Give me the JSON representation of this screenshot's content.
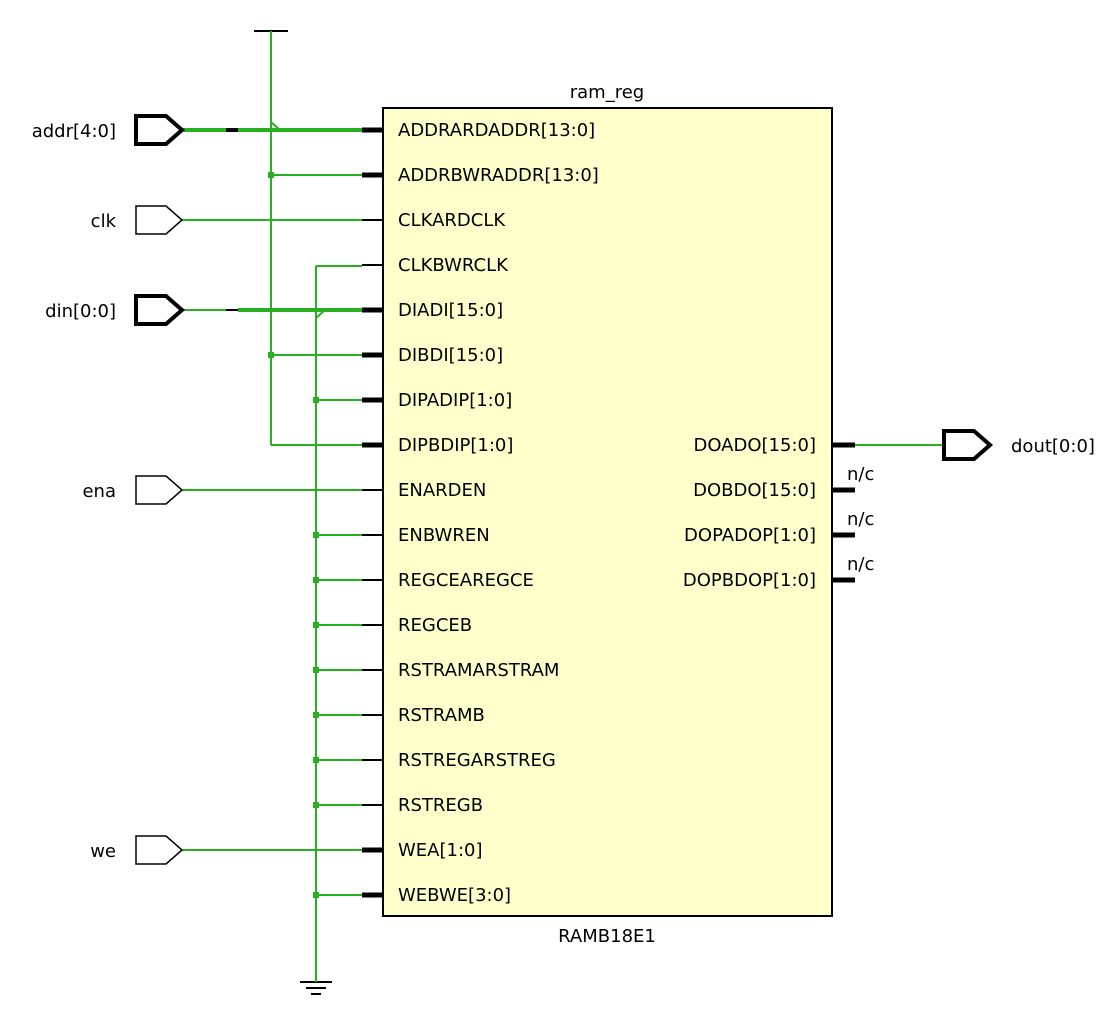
{
  "cell": {
    "instance_name": "ram_reg",
    "type_name": "RAMB18E1",
    "fill_color": "#ffffcc",
    "input_pins": [
      {
        "name": "ADDRARDADDR[13:0]",
        "bus": true
      },
      {
        "name": "ADDRBWRADDR[13:0]",
        "bus": true
      },
      {
        "name": "CLKARDCLK",
        "bus": false
      },
      {
        "name": "CLKBWRCLK",
        "bus": false
      },
      {
        "name": "DIADI[15:0]",
        "bus": true
      },
      {
        "name": "DIBDI[15:0]",
        "bus": true
      },
      {
        "name": "DIPADIP[1:0]",
        "bus": true
      },
      {
        "name": "DIPBDIP[1:0]",
        "bus": true
      },
      {
        "name": "ENARDEN",
        "bus": false
      },
      {
        "name": "ENBWREN",
        "bus": false
      },
      {
        "name": "REGCEAREGCE",
        "bus": false
      },
      {
        "name": "REGCEB",
        "bus": false
      },
      {
        "name": "RSTRAMARSTRAM",
        "bus": false
      },
      {
        "name": "RSTRAMB",
        "bus": false
      },
      {
        "name": "RSTREGARSTREG",
        "bus": false
      },
      {
        "name": "RSTREGB",
        "bus": false
      },
      {
        "name": "WEA[1:0]",
        "bus": true
      },
      {
        "name": "WEBWE[3:0]",
        "bus": true
      }
    ],
    "output_pins": [
      {
        "name": "DOADO[15:0]",
        "row": 7
      },
      {
        "name": "DOBDO[15:0]",
        "row": 8
      },
      {
        "name": "DOPADOP[1:0]",
        "row": 9
      },
      {
        "name": "DOPBDOP[1:0]",
        "row": 10
      }
    ]
  },
  "ports": {
    "inputs": [
      {
        "name": "addr[4:0]",
        "bus": true,
        "row": 0
      },
      {
        "name": "clk",
        "bus": false,
        "row": 2
      },
      {
        "name": "din[0:0]",
        "bus": true,
        "row": 4
      },
      {
        "name": "ena",
        "bus": false,
        "row": 8
      },
      {
        "name": "we",
        "bus": false,
        "row": 16
      }
    ],
    "outputs": [
      {
        "name": "dout[0:0]",
        "bus": true,
        "row": 7
      }
    ]
  },
  "no_connect_label": "n/c",
  "colors": {
    "wire": "#27b01f",
    "pin": "#000000",
    "block_border": "#000000"
  }
}
